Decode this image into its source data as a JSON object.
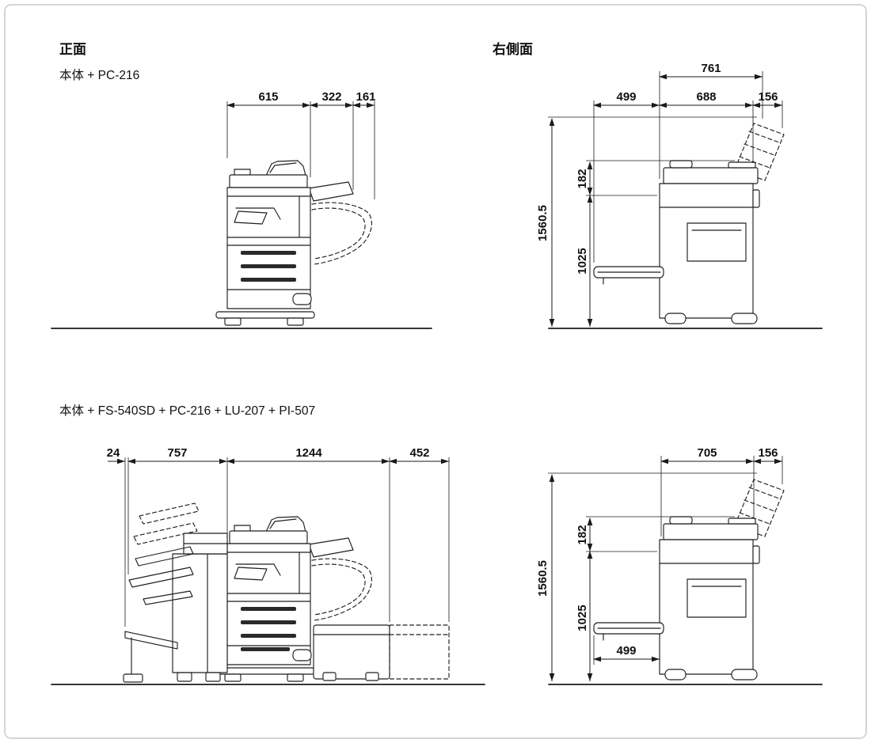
{
  "page": {
    "background": "#ffffff",
    "border_color": "#c9c9c9",
    "line_color": "#1a1a1a"
  },
  "views": {
    "front_top": {
      "title": "正面",
      "config": "本体 + PC-216",
      "dims": {
        "body_width": "615",
        "panel_overhang": "322",
        "tray_extension": "161"
      }
    },
    "right_top": {
      "title": "右側面",
      "dims": {
        "overall_depth": "761",
        "front_clearance": "499",
        "body_depth": "688",
        "panel_overhang": "156",
        "panel_height": "182",
        "overall_height": "1560.5",
        "body_height": "1025"
      }
    },
    "front_bottom": {
      "config": "本体 + FS-540SD + PC-216 + LU-207 + PI-507",
      "dims": {
        "banner_offset": "24",
        "finisher_width": "757",
        "body_width": "1244",
        "right_extension": "452"
      }
    },
    "right_bottom": {
      "dims": {
        "body_depth": "705",
        "panel_overhang": "156",
        "panel_height": "182",
        "overall_height": "1560.5",
        "body_height": "1025",
        "front_clearance": "499"
      }
    }
  }
}
